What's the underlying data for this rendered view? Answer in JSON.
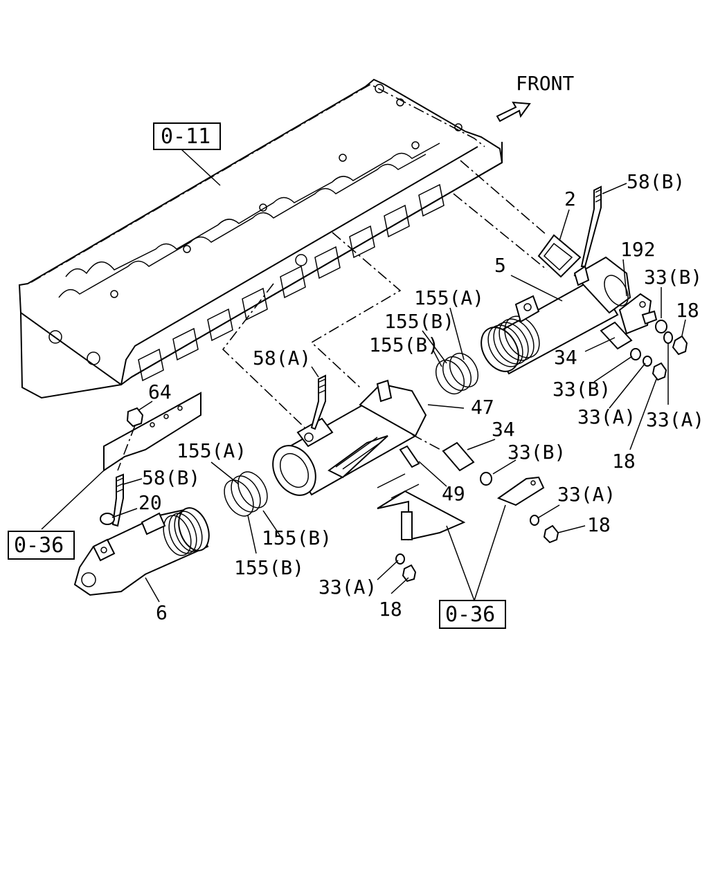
{
  "diagram": {
    "orientation_label": "FRONT",
    "reference_boxes": {
      "head": "0-11",
      "bracket_left": "0-36",
      "bracket_bottom": "0-36"
    },
    "callouts": {
      "c58b_top": "58(B)",
      "c2": "2",
      "c192": "192",
      "c5": "5",
      "c33b_r1": "33(B)",
      "c18_r1": "18",
      "c155a_r": "155(A)",
      "c155b_r1": "155(B)",
      "c155b_r2": "155(B)",
      "c34_r": "34",
      "c33b_r2": "33(B)",
      "c33a_r1": "33(A)",
      "c33a_r2": "33(A)",
      "c18_r2": "18",
      "c58a": "58(A)",
      "c47": "47",
      "c34_m": "34",
      "c33b_m": "33(B)",
      "c49": "49",
      "c33a_m": "33(A)",
      "c18_m": "18",
      "c64": "64",
      "c155a_l": "155(A)",
      "c58b_l": "58(B)",
      "c20": "20",
      "c155b_l1": "155(B)",
      "c155b_l2": "155(B)",
      "c33a_b": "33(A)",
      "c18_b": "18",
      "c6": "6"
    }
  }
}
